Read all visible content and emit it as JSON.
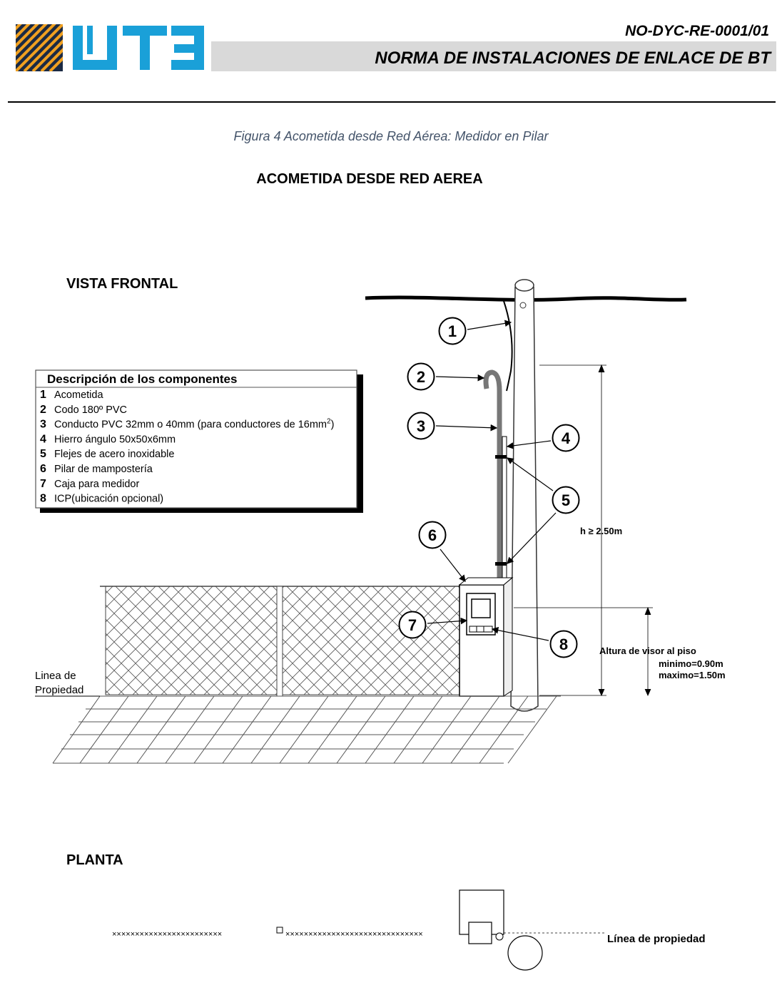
{
  "header": {
    "doc_code": "NO-DYC-RE-0001/01",
    "doc_title": "NORMA DE INSTALACIONES DE ENLACE DE BT",
    "logo_text": "UTE",
    "logo_colors": {
      "blue": "#1aa0d8",
      "stripe_dark": "#1b2a44",
      "stripe_gold": "#f0a020"
    }
  },
  "figure": {
    "caption": "Figura 4 Acometida desde Red Aérea: Medidor en Pilar",
    "title": "ACOMETIDA DESDE RED AEREA"
  },
  "front_view": {
    "label": "VISTA FRONTAL",
    "legend": {
      "title": "Descripción de los componentes",
      "items": [
        {
          "num": "1",
          "text": "Acometida"
        },
        {
          "num": "2",
          "text": "Codo 180º PVC"
        },
        {
          "num": "3",
          "text": "Conducto PVC 32mm o 40mm (para conductores de 16mm",
          "sup": "2",
          "tail": ")"
        },
        {
          "num": "4",
          "text": "Hierro ángulo 50x50x6mm"
        },
        {
          "num": "5",
          "text": "Flejes de acero inoxidable"
        },
        {
          "num": "6",
          "text": "Pilar de mampostería"
        },
        {
          "num": "7",
          "text": "Caja para medidor"
        },
        {
          "num": "8",
          "text": "ICP(ubicación opcional)"
        }
      ]
    },
    "callouts": [
      "1",
      "2",
      "3",
      "4",
      "5",
      "6",
      "7",
      "8"
    ],
    "height_label": "h ≥ 2.50m",
    "visor_label": "Altura de visor al piso",
    "visor_min": "minimo=0.90m",
    "visor_max": "maximo=1.50m",
    "property_line_1": "Linea de",
    "property_line_2": "Propiedad"
  },
  "plan_view": {
    "label": "PLANTA",
    "property_line": "Línea de propiedad"
  }
}
